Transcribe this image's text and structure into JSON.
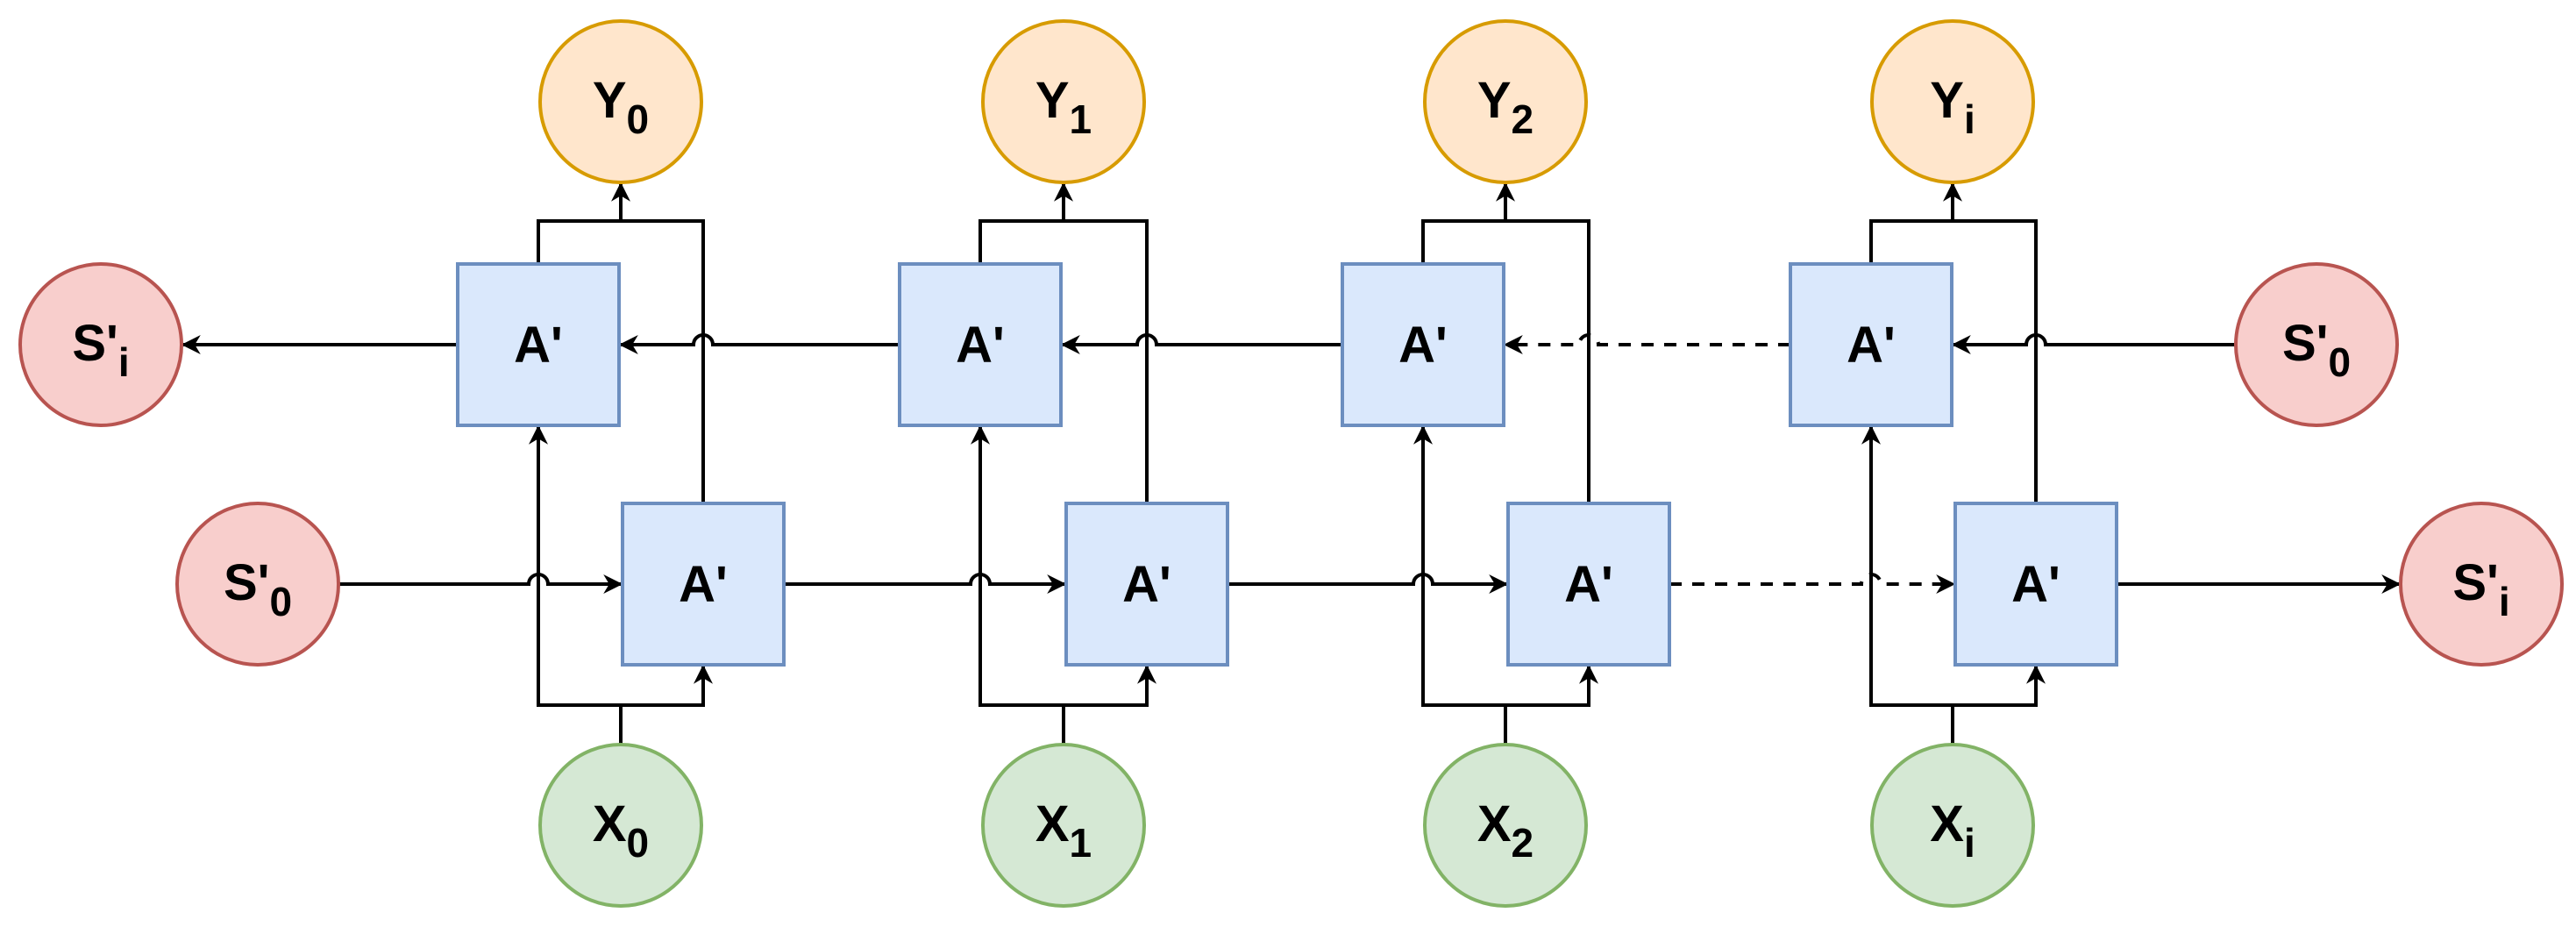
{
  "colors": {
    "output_fill": "#ffe6cc",
    "output_stroke": "#d79b00",
    "input_fill": "#d5e8d4",
    "input_stroke": "#82b366",
    "state_fill": "#f8cecc",
    "state_stroke": "#b85450",
    "cell_fill": "#dae8fc",
    "cell_stroke": "#6c8ebf",
    "line": "#000000"
  },
  "nodes": {
    "outputs": [
      {
        "base": "Y",
        "sub": "0"
      },
      {
        "base": "Y",
        "sub": "1"
      },
      {
        "base": "Y",
        "sub": "2"
      },
      {
        "base": "Y",
        "sub": "i"
      }
    ],
    "inputs": [
      {
        "base": "X",
        "sub": "0"
      },
      {
        "base": "X",
        "sub": "1"
      },
      {
        "base": "X",
        "sub": "2"
      },
      {
        "base": "X",
        "sub": "i"
      }
    ],
    "backward_cells": [
      "A'",
      "A'",
      "A'",
      "A'"
    ],
    "forward_cells": [
      "A'",
      "A'",
      "A'",
      "A'"
    ],
    "backward_state_in": {
      "base": "S'",
      "sub": "0"
    },
    "backward_state_out": {
      "base": "S'",
      "sub": "i"
    },
    "forward_state_in": {
      "base": "S'",
      "sub": "0"
    },
    "forward_state_out": {
      "base": "S'",
      "sub": "i"
    }
  }
}
